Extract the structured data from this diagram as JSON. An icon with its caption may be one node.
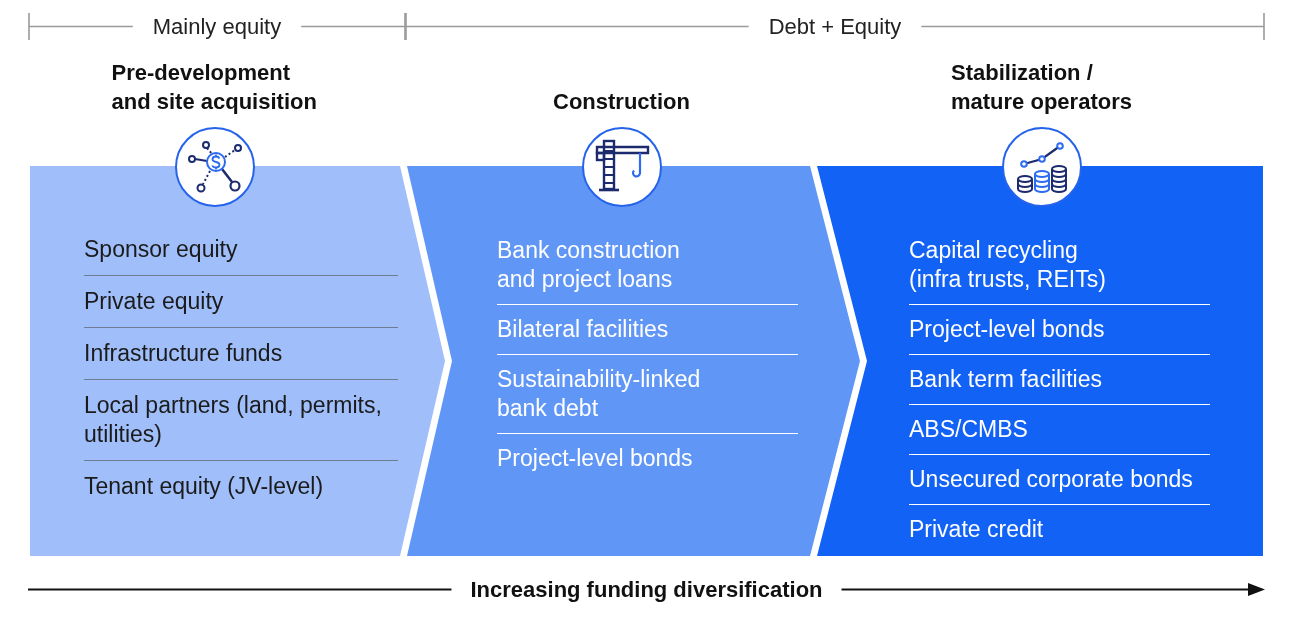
{
  "diagram": {
    "nodes": [
      {
        "text": [
          "Pre-development and site acquisition",
          "Sponsor equity",
          "Private equity",
          "Infrastructure funds",
          "Local partners (land, permits, utilities)",
          "Tenant equity (JV-level)"
        ]
      },
      {
        "text": [
          "Construction",
          "Bank construction and project loans",
          "Bilateral facilities",
          "Sustainability-linked bank debt",
          "Project-level bonds"
        ]
      },
      {
        "text": [
          "Stabilization / mature operators",
          "Capital recycling (infra trusts, REITs)",
          "Project-level bonds",
          "Bank term facilities",
          "ABS/CMBS",
          "Unsecured corporate bonds",
          "Private credit"
        ]
      }
    ],
    "labels": [
      "Mainly equity",
      "Debt + Equity",
      "Increasing funding diversification"
    ]
  }
}
